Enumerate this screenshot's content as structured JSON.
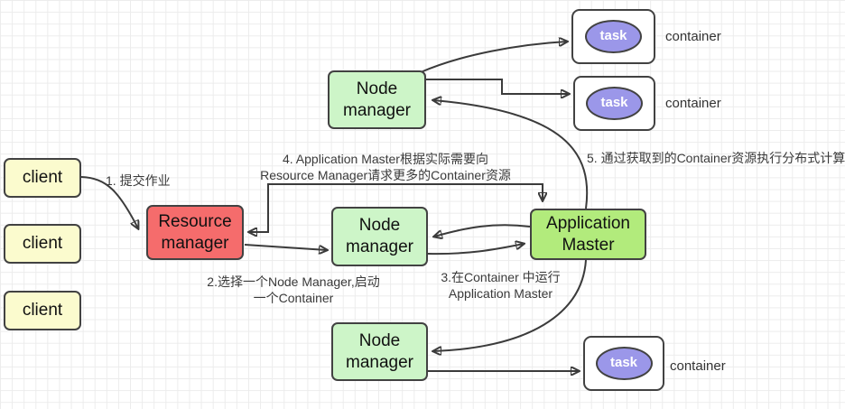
{
  "diagram": {
    "title_hint": "YARN job submission architecture diagram",
    "colors": {
      "client_fill": "#fbfbce",
      "resource_manager_fill": "#f56c6c",
      "node_manager_fill": "#cdf5c8",
      "application_master_fill": "#b2eb7c",
      "task_fill": "#9b97e9",
      "container_fill": "#ffffff",
      "line_color": "#3b3b3b",
      "grid_color": "#ececec"
    },
    "nodes": {
      "clients": [
        {
          "label": "client"
        },
        {
          "label": "client"
        },
        {
          "label": "client"
        }
      ],
      "resource_manager": {
        "label": "Resource manager"
      },
      "node_manager_top": {
        "label": "Node manager"
      },
      "node_manager_middle": {
        "label": "Node manager"
      },
      "node_manager_bottom": {
        "label": "Node manager"
      },
      "application_master": {
        "label": "Application Master"
      },
      "tasks": [
        {
          "label": "task"
        },
        {
          "label": "task"
        },
        {
          "label": "task"
        }
      ],
      "container_labels": [
        "container",
        "container",
        "container"
      ]
    },
    "annotations": {
      "step1": "1. 提交作业",
      "step2_line1": "2.选择一个Node Manager,启动",
      "step2_line2": "一个Container",
      "step3_line1": "3.在Container 中运行",
      "step3_line2": "Application Master",
      "step4_line1": "4. Application Master根据实际需要向",
      "step4_line2": "Resource Manager请求更多的Container资源",
      "step5": "5. 通过获取到的Container资源执行分布式计算"
    }
  }
}
